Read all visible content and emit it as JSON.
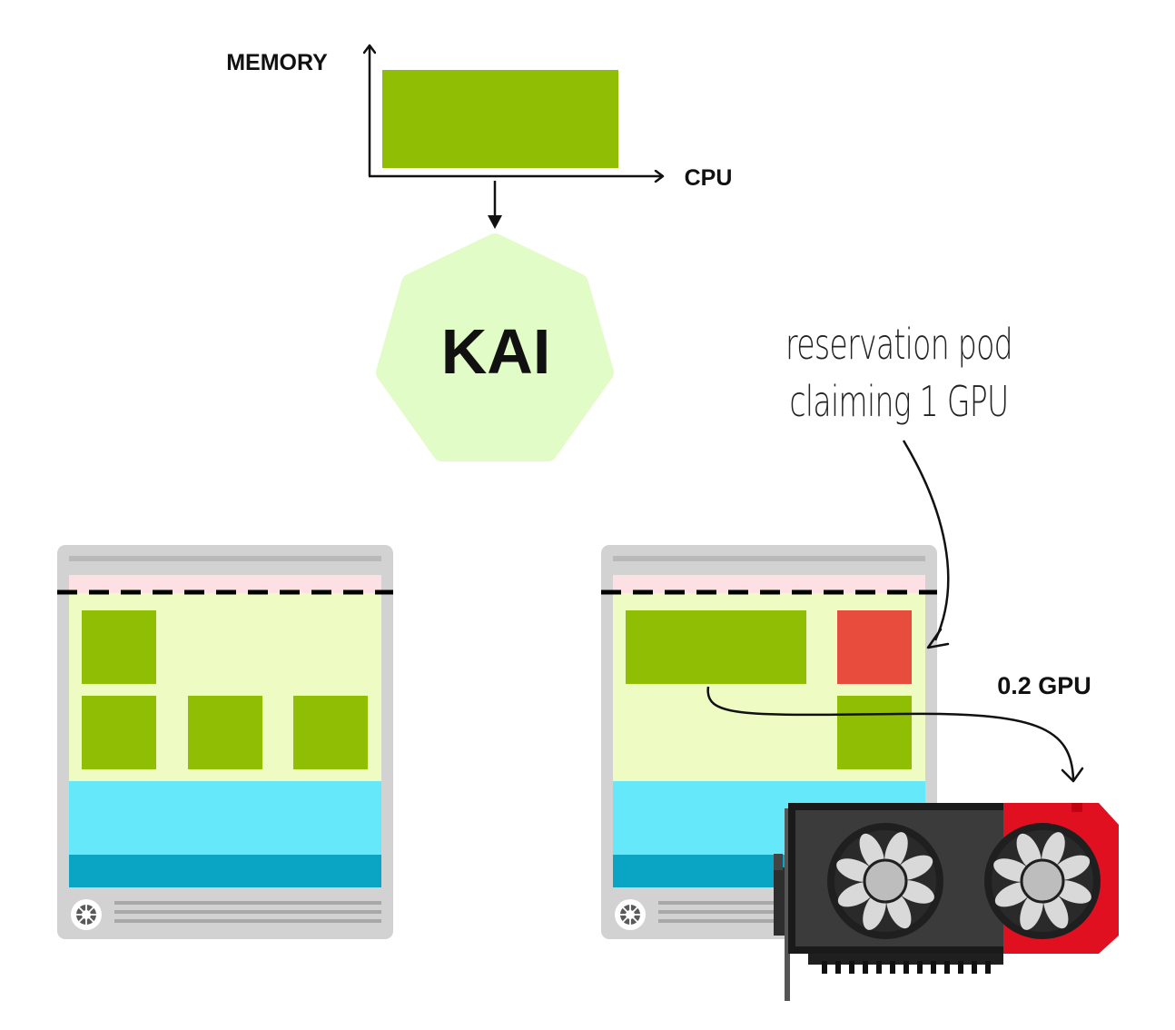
{
  "resource_chart": {
    "y_axis_label": "MEMORY",
    "x_axis_label": "CPU"
  },
  "scheduler": {
    "name": "KAI"
  },
  "annotations": {
    "reservation_line1": "reservation pod",
    "reservation_line2": "claiming 1 GPU",
    "gpu_fraction": "0.2 GPU"
  },
  "colors": {
    "workload_green": "#8fbe04",
    "node_background": "#eefcc3",
    "reserved_band": "#fde0e3",
    "system_band": "#66e8fb",
    "system_band_dark": "#0aa5c4",
    "node_frame": "#d2d2d2",
    "reservation_pod": "#e84c3d",
    "scheduler_fill": "#e1fcc6",
    "gpu_red": "#e01020",
    "gpu_body": "#3b3b3b"
  },
  "icons": {
    "node_logo": "kubernetes-helm-icon"
  }
}
